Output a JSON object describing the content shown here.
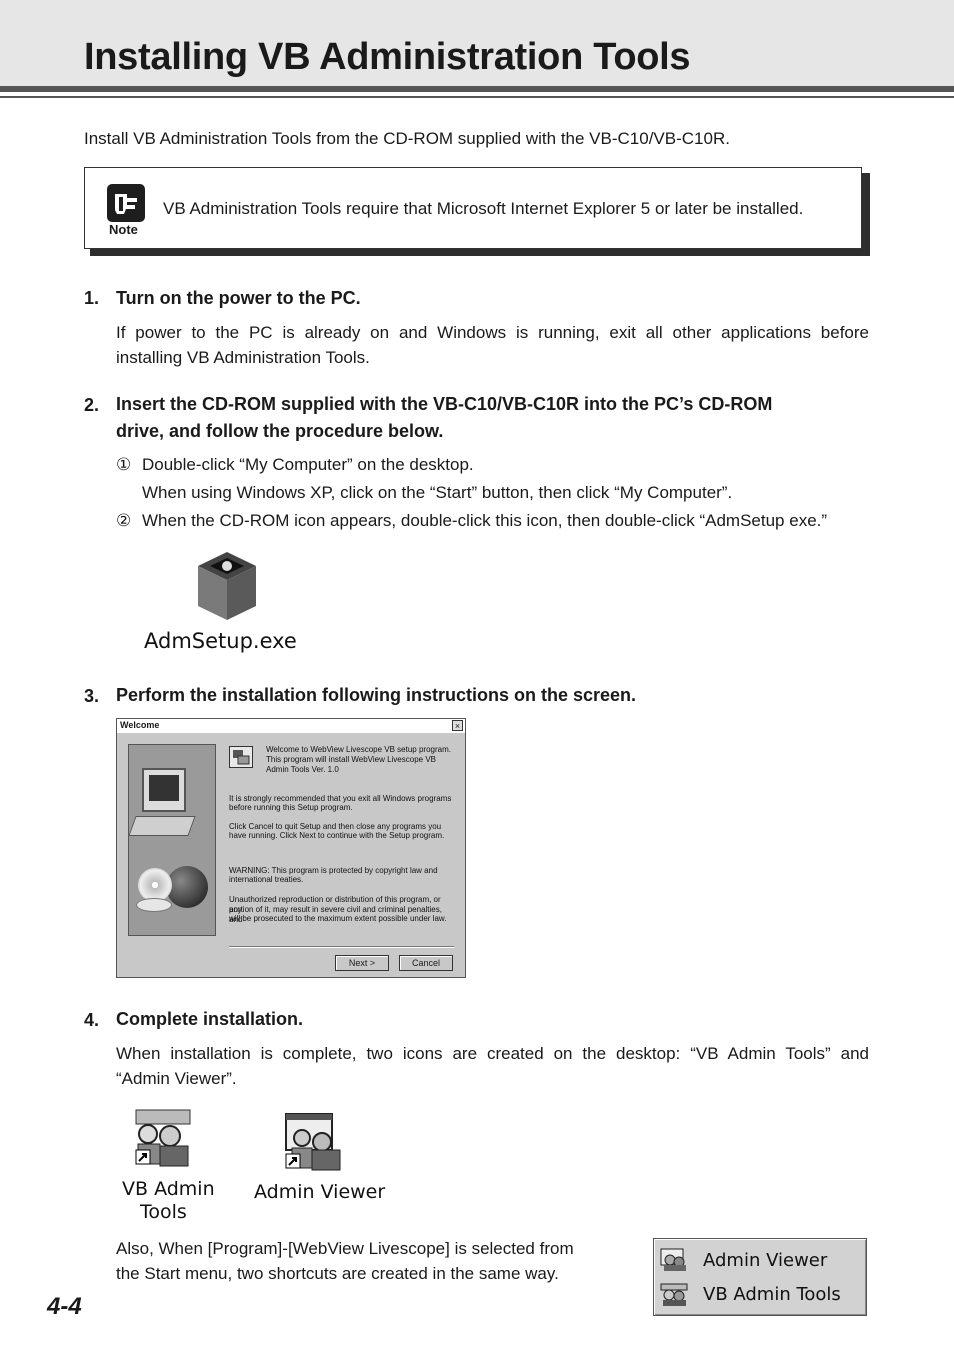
{
  "header": {
    "title": "Installing VB Administration Tools"
  },
  "intro": "Install VB Administration Tools from the CD-ROM supplied with the VB-C10/VB-C10R.",
  "note": {
    "label": "Note",
    "text": "VB Administration Tools require that Microsoft Internet Explorer 5 or later be installed."
  },
  "steps": [
    {
      "number": "1.",
      "heading": "Turn on the power to the PC.",
      "body": [
        "If power to the PC is already on and Windows is running, exit all other applications before",
        "installing VB Administration Tools."
      ]
    },
    {
      "number": "2.",
      "heading": [
        "Insert the CD-ROM supplied with the VB-C10/VB-C10R into the PC’s CD-ROM",
        "drive, and follow the procedure below."
      ],
      "substeps": [
        {
          "marker": "①",
          "lines": [
            "Double-click “My Computer” on the desktop.",
            "When using Windows XP, click on the “Start” button, then click “My Computer”."
          ]
        },
        {
          "marker": "②",
          "lines": [
            "When the CD-ROM icon appears, double-click this icon, then double-click “AdmSetup exe.”"
          ]
        }
      ],
      "icon_caption": "AdmSetup.exe"
    },
    {
      "number": "3.",
      "heading": "Perform the installation following instructions on the screen."
    },
    {
      "number": "4.",
      "heading": "Complete installation.",
      "body": [
        "When installation is complete, two icons are created on the desktop: “VB Admin Tools” and",
        "“Admin Viewer”."
      ],
      "icons": [
        {
          "label_lines": [
            "VB Admin",
            "Tools"
          ]
        },
        {
          "label_lines": [
            "Admin Viewer"
          ]
        }
      ],
      "start_menu_text": [
        "Also, When [Program]-[WebView Livescope] is selected from",
        "the Start menu, two shortcuts are created in the same way."
      ],
      "start_menu_items": [
        "Admin Viewer",
        "VB Admin Tools"
      ]
    }
  ],
  "dialog": {
    "title": "Welcome",
    "close": "×",
    "welcome_lines": [
      "Welcome to WebView Livescope VB setup program.",
      "This program will install WebView Livescope VB",
      "Admin Tools Ver. 1.0"
    ],
    "paragraphs": [
      [
        "It is strongly recommended that you exit all Windows programs",
        "before running this Setup program."
      ],
      [
        "Click Cancel to quit Setup and then close any programs you",
        "have running.  Click Next to continue with the Setup program."
      ],
      [
        "WARNING: This program is protected by copyright law and",
        "international treaties."
      ],
      [
        "Unauthorized reproduction or distribution of this program, or any",
        "portion of it, may result in severe civil and criminal penalties, and",
        "will be prosecuted to the maximum extent possible under law."
      ]
    ],
    "next_button": "Next >",
    "cancel_button": "Cancel"
  },
  "footer": {
    "page_number": "4-4"
  }
}
